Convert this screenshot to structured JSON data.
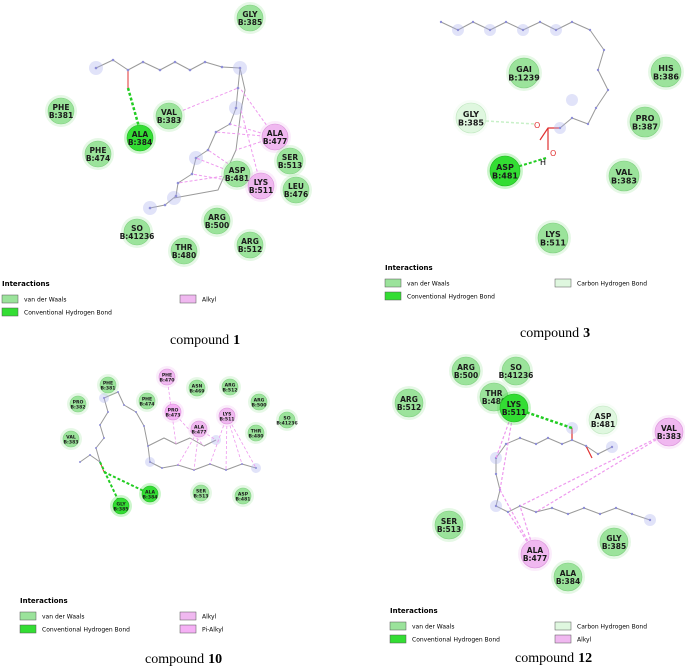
{
  "colors": {
    "vdw": "#9be39b",
    "hbond": "#33dd33",
    "alkyl": "#f0b8f0",
    "pi_alkyl": "#f5b0f5",
    "ch_bond": "#dff7df",
    "bond_line": "#9a9a9a",
    "hbond_line": "#22cc22",
    "alkyl_line": "#ee99ee",
    "atom_glow": "#aab0ee",
    "oxygen": "#e03030"
  },
  "panels": [
    {
      "id": "compound-1",
      "caption_prefix": "compound",
      "caption_number": "1",
      "legend_title": "Interactions",
      "legend": [
        {
          "type": "vdw",
          "label": "van der Waals"
        },
        {
          "type": "alkyl",
          "label": "Alkyl"
        },
        {
          "type": "hbond",
          "label": "Conventional Hydrogen Bond"
        }
      ],
      "residues": [
        {
          "name": "GLY",
          "id": "B:385",
          "type": "vdw"
        },
        {
          "name": "PHE",
          "id": "B:381",
          "type": "vdw"
        },
        {
          "name": "VAL",
          "id": "B:383",
          "type": "vdw"
        },
        {
          "name": "ALA",
          "id": "B:384",
          "type": "hbond"
        },
        {
          "name": "ALA",
          "id": "B:477",
          "type": "alkyl"
        },
        {
          "name": "PHE",
          "id": "B:474",
          "type": "vdw"
        },
        {
          "name": "SER",
          "id": "B:513",
          "type": "vdw"
        },
        {
          "name": "ASP",
          "id": "B:481",
          "type": "vdw"
        },
        {
          "name": "LYS",
          "id": "B:511",
          "type": "alkyl"
        },
        {
          "name": "LEU",
          "id": "B:476",
          "type": "vdw"
        },
        {
          "name": "SO",
          "id": "B:41236",
          "type": "vdw"
        },
        {
          "name": "ARG",
          "id": "B:500",
          "type": "vdw"
        },
        {
          "name": "THR",
          "id": "B:480",
          "type": "vdw"
        },
        {
          "name": "ARG",
          "id": "B:512",
          "type": "vdw"
        }
      ]
    },
    {
      "id": "compound-3",
      "caption_prefix": "compound",
      "caption_number": "3",
      "legend_title": "Interactions",
      "legend": [
        {
          "type": "vdw",
          "label": "van der Waals"
        },
        {
          "type": "ch_bond",
          "label": "Carbon Hydrogen Bond"
        },
        {
          "type": "hbond",
          "label": "Conventional Hydrogen Bond"
        }
      ],
      "residues": [
        {
          "name": "GAI",
          "id": "B:1239",
          "type": "vdw"
        },
        {
          "name": "HIS",
          "id": "B:386",
          "type": "vdw"
        },
        {
          "name": "GLY",
          "id": "B:385",
          "type": "ch_bond"
        },
        {
          "name": "PRO",
          "id": "B:387",
          "type": "vdw"
        },
        {
          "name": "VAL",
          "id": "B:383",
          "type": "vdw"
        },
        {
          "name": "ASP",
          "id": "B:481",
          "type": "hbond"
        },
        {
          "name": "LYS",
          "id": "B:511",
          "type": "vdw"
        }
      ],
      "atom_labels": [
        "O",
        "O",
        "H"
      ]
    },
    {
      "id": "compound-10",
      "caption_prefix": "compound",
      "caption_number": "10",
      "legend_title": "Interactions",
      "legend": [
        {
          "type": "vdw",
          "label": "van der Waals"
        },
        {
          "type": "alkyl",
          "label": "Alkyl"
        },
        {
          "type": "hbond",
          "label": "Conventional Hydrogen Bond"
        },
        {
          "type": "pi_alkyl",
          "label": "Pi-Alkyl"
        }
      ],
      "residues": [
        {
          "name": "PHE",
          "id": "B:470",
          "type": "alkyl"
        },
        {
          "name": "PHE",
          "id": "B:381",
          "type": "vdw"
        },
        {
          "name": "ASN",
          "id": "B:469",
          "type": "vdw"
        },
        {
          "name": "ARG",
          "id": "B:512",
          "type": "vdw"
        },
        {
          "name": "PRO",
          "id": "B:382",
          "type": "vdw"
        },
        {
          "name": "PHE",
          "id": "B:474",
          "type": "vdw"
        },
        {
          "name": "PRO",
          "id": "B:473",
          "type": "pi_alkyl"
        },
        {
          "name": "ARG",
          "id": "B:500",
          "type": "vdw"
        },
        {
          "name": "LYS",
          "id": "B:511",
          "type": "alkyl"
        },
        {
          "name": "SO",
          "id": "B:41236",
          "type": "vdw"
        },
        {
          "name": "ALA",
          "id": "B:477",
          "type": "alkyl"
        },
        {
          "name": "THR",
          "id": "B:480",
          "type": "vdw"
        },
        {
          "name": "VAL",
          "id": "B:383",
          "type": "vdw"
        },
        {
          "name": "ALA",
          "id": "B:384",
          "type": "hbond"
        },
        {
          "name": "SER",
          "id": "B:513",
          "type": "vdw"
        },
        {
          "name": "ASP",
          "id": "B:481",
          "type": "vdw"
        },
        {
          "name": "GLY",
          "id": "B:385",
          "type": "hbond"
        }
      ]
    },
    {
      "id": "compound-12",
      "caption_prefix": "compound",
      "caption_number": "12",
      "legend_title": "Interactions",
      "legend": [
        {
          "type": "vdw",
          "label": "van der Waals"
        },
        {
          "type": "ch_bond",
          "label": "Carbon Hydrogen Bond"
        },
        {
          "type": "hbond",
          "label": "Conventional Hydrogen Bond"
        },
        {
          "type": "alkyl",
          "label": "Alkyl"
        }
      ],
      "residues": [
        {
          "name": "SO",
          "id": "B:41236",
          "type": "vdw"
        },
        {
          "name": "ARG",
          "id": "B:500",
          "type": "vdw"
        },
        {
          "name": "THR",
          "id": "B:480",
          "type": "vdw"
        },
        {
          "name": "LYS",
          "id": "B:511",
          "type": "hbond"
        },
        {
          "name": "ARG",
          "id": "B:512",
          "type": "vdw"
        },
        {
          "name": "ASP",
          "id": "B:481",
          "type": "ch_bond"
        },
        {
          "name": "VAL",
          "id": "B:383",
          "type": "alkyl"
        },
        {
          "name": "SER",
          "id": "B:513",
          "type": "vdw"
        },
        {
          "name": "GLY",
          "id": "B:385",
          "type": "vdw"
        },
        {
          "name": "ALA",
          "id": "B:477",
          "type": "alkyl"
        },
        {
          "name": "ALA",
          "id": "B:384",
          "type": "vdw"
        }
      ]
    }
  ]
}
